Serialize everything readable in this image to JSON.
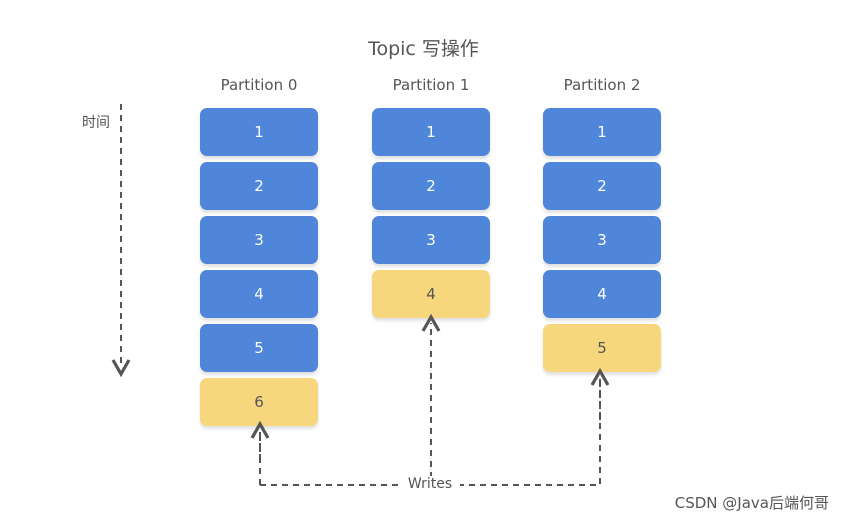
{
  "title": "Topic 写操作",
  "time_label": "时间",
  "writes_label": "Writes",
  "watermark": "CSDN @Java后端何哥",
  "colors": {
    "committed": "#4f86d9",
    "writing": "#f7d77e",
    "arrow": "#555555"
  },
  "partitions": [
    {
      "name": "Partition 0",
      "committed": [
        "1",
        "2",
        "3",
        "4",
        "5"
      ],
      "writing": "6"
    },
    {
      "name": "Partition 1",
      "committed": [
        "1",
        "2",
        "3"
      ],
      "writing": "4"
    },
    {
      "name": "Partition 2",
      "committed": [
        "1",
        "2",
        "3",
        "4"
      ],
      "writing": "5"
    }
  ]
}
